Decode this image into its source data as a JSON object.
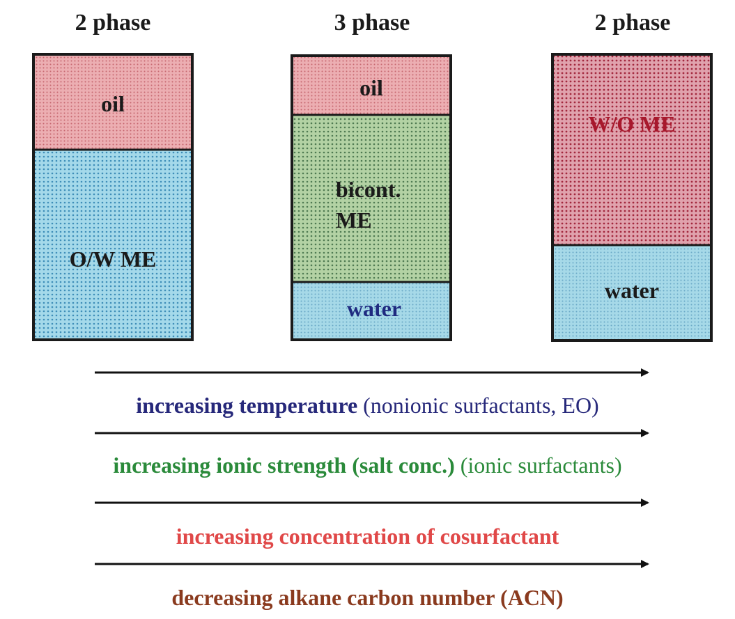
{
  "columns": [
    {
      "phase_label": "2 phase",
      "layers": [
        {
          "label": "oil",
          "fill": "#e8a5aa",
          "label_color": "#1a1a1a"
        },
        {
          "label": "O/W ME",
          "fill": "#9fd6e6",
          "label_color": "#1a1a1a"
        }
      ]
    },
    {
      "phase_label": "3 phase",
      "layers": [
        {
          "label": "oil",
          "fill": "#e8a5aa",
          "label_color": "#1a1a1a"
        },
        {
          "label": "bicont.",
          "label2": "ME",
          "fill": "#a9c99a",
          "label_color": "#1a1a1a"
        },
        {
          "label": "water",
          "fill": "#9fd6e6",
          "label_color": "#1f2a80"
        }
      ]
    },
    {
      "phase_label": "2 phase",
      "layers": [
        {
          "label": "W/O ME",
          "fill": "#d98a98",
          "label_color": "#a8182c"
        },
        {
          "label": "water",
          "fill": "#9fd6e6",
          "label_color": "#1a1a1a"
        }
      ]
    }
  ],
  "captions": [
    {
      "bold": "increasing temperature",
      "normal": " (nonionic surfactants, EO)",
      "color": "#26287a"
    },
    {
      "bold": "increasing ionic strength (salt conc.)",
      "normal": " (ionic surfactants)",
      "color": "#2a8a3a"
    },
    {
      "bold": "increasing concentration of cosurfactant",
      "normal": "",
      "color": "#e04848"
    },
    {
      "bold": "decreasing alkane carbon number (ACN)",
      "normal": "",
      "color": "#8a3a1e"
    }
  ],
  "colors": {
    "border": "#1a1a1a",
    "arrow": "#111111"
  }
}
